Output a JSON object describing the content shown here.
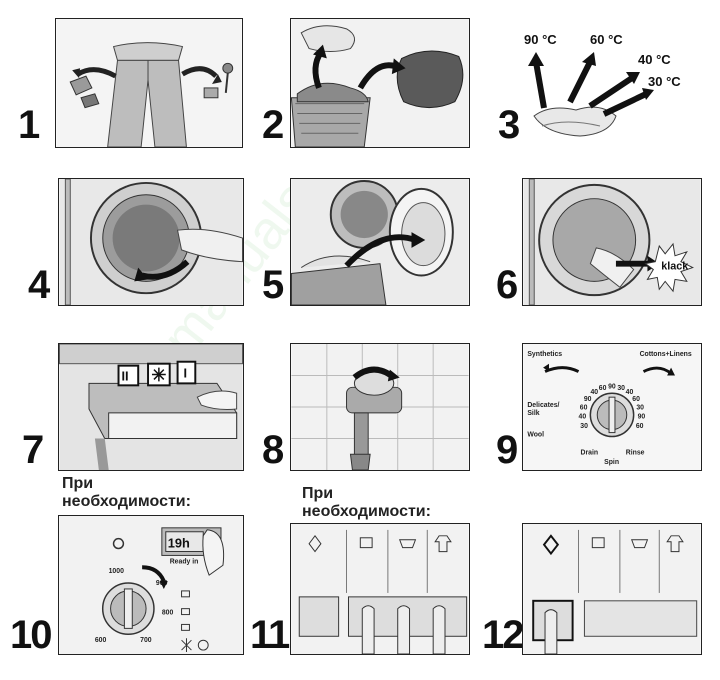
{
  "steps": [
    {
      "number": "1"
    },
    {
      "number": "2"
    },
    {
      "number": "3"
    },
    {
      "number": "4"
    },
    {
      "number": "5"
    },
    {
      "number": "6"
    },
    {
      "number": "7"
    },
    {
      "number": "8"
    },
    {
      "number": "9"
    },
    {
      "number": "10"
    },
    {
      "number": "11"
    },
    {
      "number": "12"
    }
  ],
  "step3": {
    "temps": [
      "90 °C",
      "60 °C",
      "40 °C",
      "30 °C"
    ]
  },
  "step6": {
    "sound": "klack"
  },
  "step7": {
    "compartments": [
      "II",
      "I"
    ]
  },
  "step9": {
    "labels": {
      "synthetics": "Synthetics",
      "cottons": "Cottons+Linens",
      "delicates": "Delicates/",
      "silk": "Silk",
      "wool": "Wool",
      "drain": "Drain",
      "spin": "Spin",
      "rinse": "Rinse"
    },
    "dial": [
      "30",
      "40",
      "60",
      "90",
      "40",
      "60",
      "90",
      "30",
      "40",
      "60",
      "30",
      "90",
      "60"
    ]
  },
  "step10": {
    "caption_line1": "При",
    "caption_line2": "необходимости:",
    "display": "19h",
    "ready_text": "Ready in",
    "speeds": [
      "1000",
      "900",
      "800",
      "700",
      "600"
    ]
  },
  "step11": {
    "caption_line1": "При",
    "caption_line2": "необходимости:"
  },
  "watermark": "manuals"
}
